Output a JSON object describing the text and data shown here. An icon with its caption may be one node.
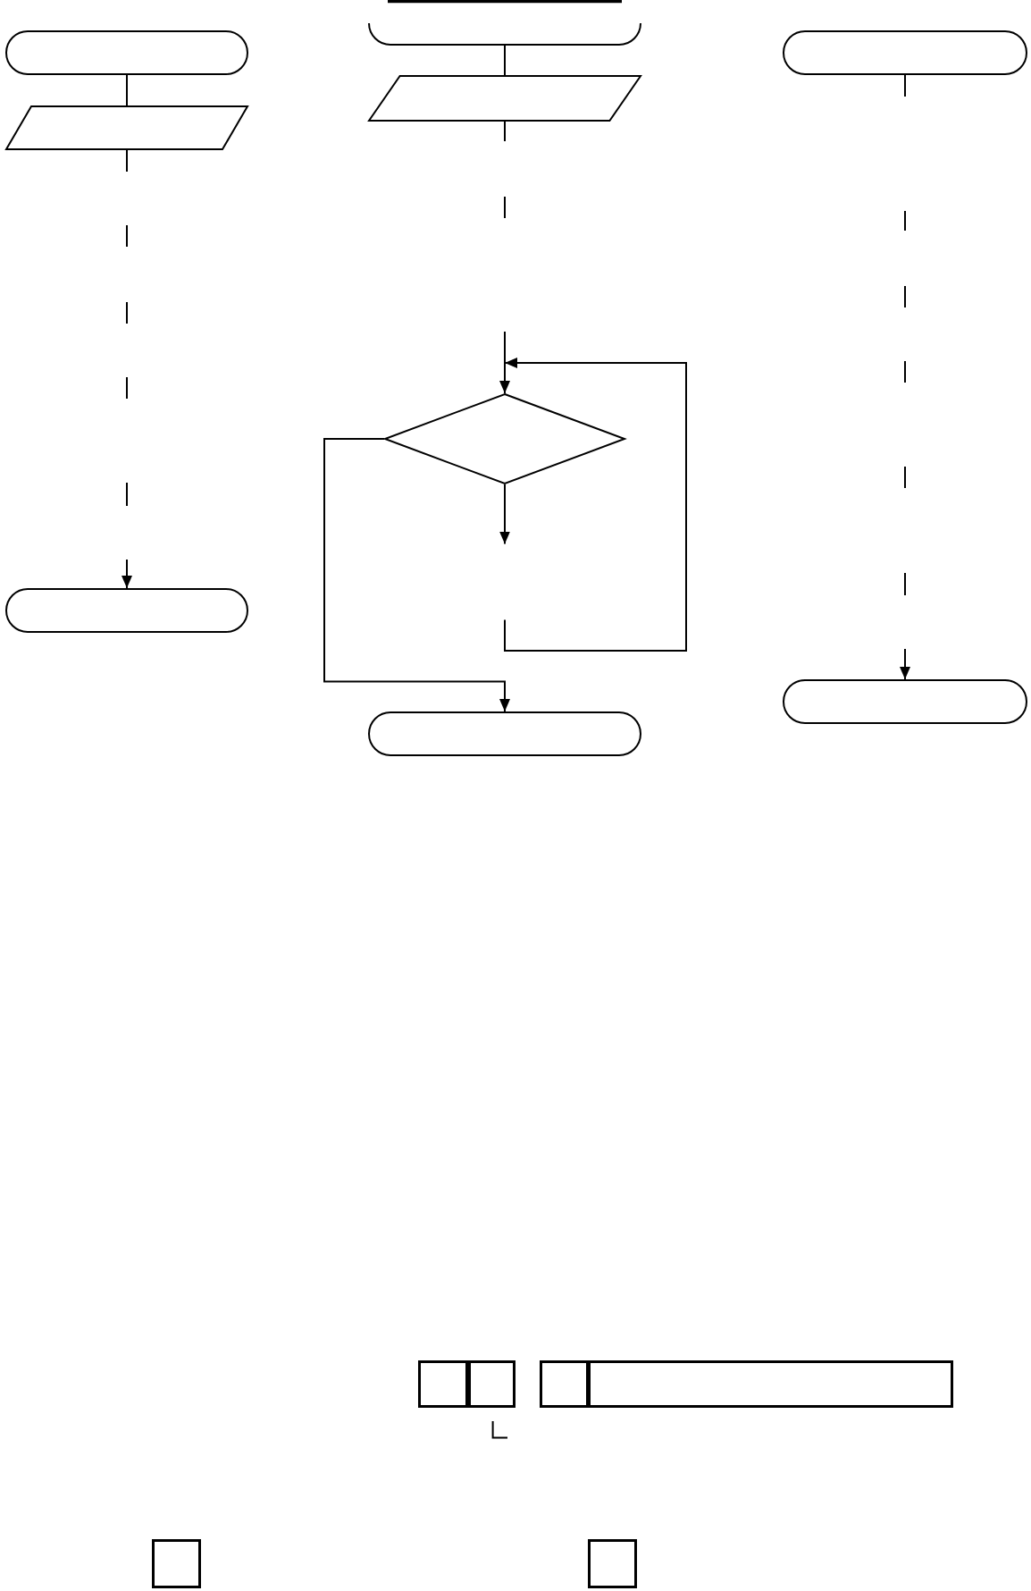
{
  "diagram": {
    "nodes": [
      {
        "text": [],
        "shape": "pill"
      },
      {
        "text": [],
        "shape": "parallelogram"
      },
      {
        "text": [],
        "shape": "pill"
      },
      {
        "text": [],
        "shape": "pill"
      },
      {
        "text": [],
        "shape": "parallelogram"
      },
      {
        "text": [],
        "shape": "diamond"
      },
      {
        "text": [],
        "shape": "pill"
      },
      {
        "text": [],
        "shape": "pill"
      },
      {
        "text": [],
        "shape": "pill"
      },
      {
        "text": [],
        "shape": "box"
      },
      {
        "text": [],
        "shape": "box"
      },
      {
        "text": [],
        "shape": "box"
      },
      {
        "text": [],
        "shape": "box"
      },
      {
        "text": [],
        "shape": "box"
      },
      {
        "text": [],
        "shape": "box"
      }
    ],
    "edges": [
      {
        "from": 0,
        "to": 1,
        "arrow": "none"
      },
      {
        "from": 1,
        "to": 2,
        "arrow": "to",
        "style": "dashed"
      },
      {
        "from": 3,
        "to": 4,
        "arrow": "none"
      },
      {
        "from": 4,
        "to": 5,
        "arrow": "to",
        "style": "dashed"
      },
      {
        "from": null,
        "to": 5,
        "arrow": "to"
      },
      {
        "from": 5,
        "to": null,
        "arrow": "to"
      },
      {
        "from": 5,
        "to": 6,
        "arrow": "to"
      },
      {
        "from": 7,
        "to": 8,
        "arrow": "to",
        "style": "dashed"
      }
    ]
  }
}
